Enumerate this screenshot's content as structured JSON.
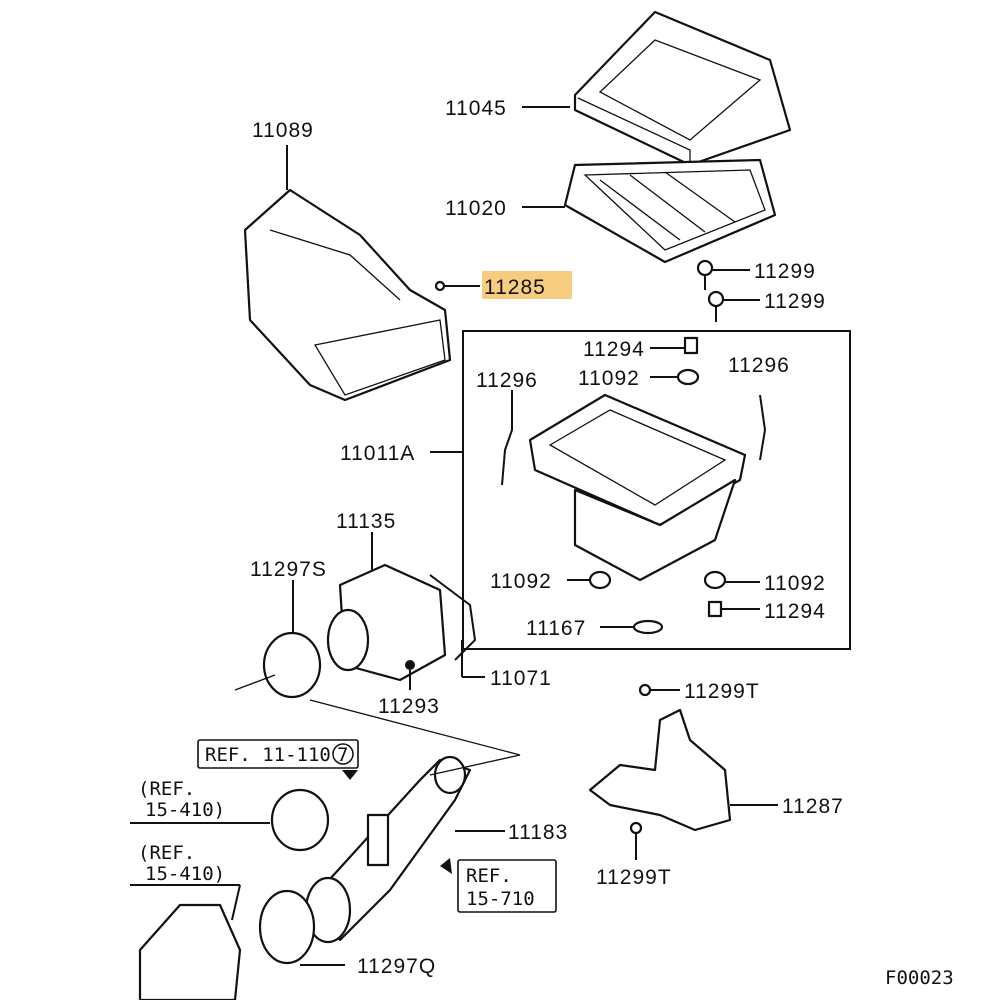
{
  "diagram": {
    "figure_id": "F00023",
    "highlight_color": "#f5c46a",
    "labels": {
      "p11045": "11045",
      "p11089": "11089",
      "p11020": "11020",
      "p11285": "11285",
      "p11299a": "11299",
      "p11299b": "11299",
      "p11294a": "11294",
      "p11092a": "11092",
      "p11296a": "11296",
      "p11296b": "11296",
      "p11011A": "11011A",
      "p11135": "11135",
      "p11297S": "11297S",
      "p11092b": "11092",
      "p11092c": "11092",
      "p11294b": "11294",
      "p11167": "11167",
      "p11071": "11071",
      "p11293": "11293",
      "p11299Ta": "11299T",
      "p11287": "11287",
      "p11299Tb": "11299T",
      "p11183": "11183",
      "p11297Q": "11297Q"
    },
    "refs": {
      "r1": "REF. 11-110",
      "r1_circle": "7",
      "r2a": "(REF.",
      "r2b": "15-410)",
      "r3a": "(REF.",
      "r3b": "15-410)",
      "r4a": "REF.",
      "r4b": "15-710"
    }
  }
}
